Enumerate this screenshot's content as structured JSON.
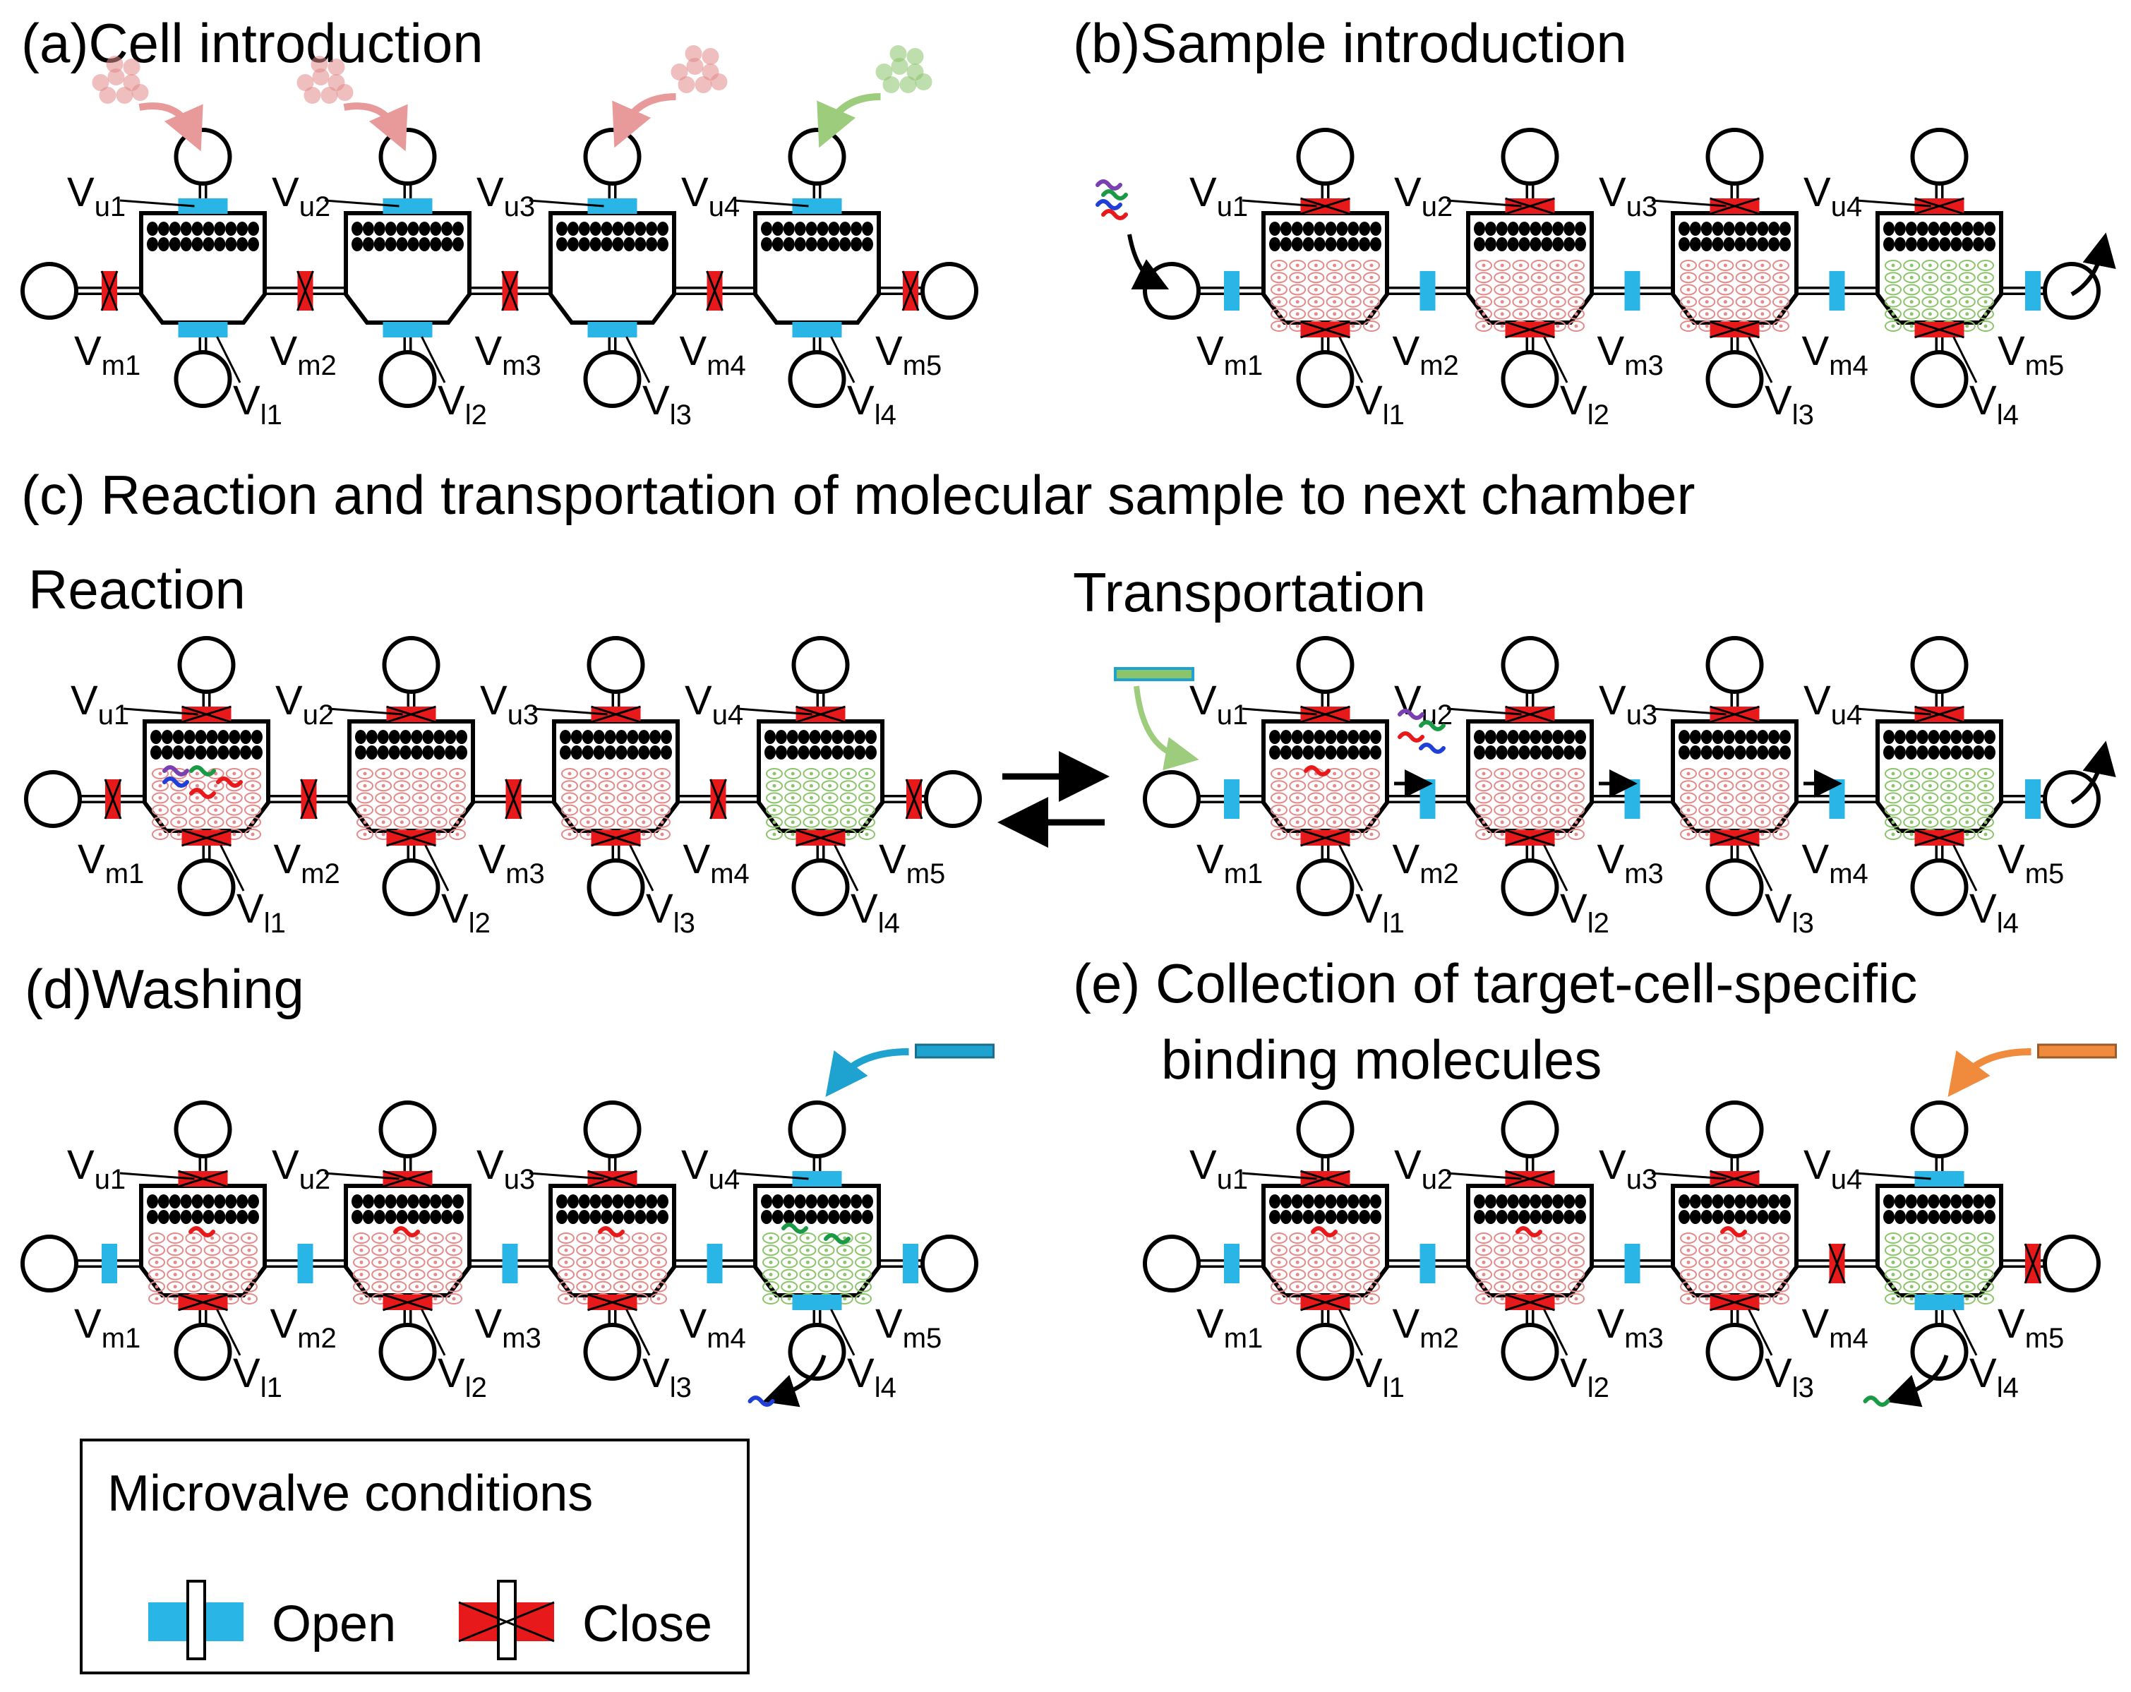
{
  "titles": {
    "a": "(a)Cell introduction",
    "b": "(b)Sample introduction",
    "c": "(c) Reaction and transportation of molecular sample to next chamber",
    "reaction": "Reaction",
    "transportation": "Transportation",
    "d": "(d)Washing",
    "e_line1": "(e) Collection of target-cell-specific",
    "e_line2": "binding molecules"
  },
  "valve_labels": {
    "upper": {
      "main": "V",
      "subs": [
        "u1",
        "u2",
        "u3",
        "u4"
      ]
    },
    "middle": {
      "main": "V",
      "subs": [
        "m1",
        "m2",
        "m3",
        "m4",
        "m5"
      ]
    },
    "lower": {
      "main": "V",
      "subs": [
        "l1",
        "l2",
        "l3",
        "l4"
      ]
    }
  },
  "legend": {
    "title": "Microvalve conditions",
    "open_label": "Open",
    "close_label": "Close"
  },
  "colors": {
    "open_valve": "#29b6e6",
    "close_valve": "#e8191b",
    "target_cell": "#e38a8a",
    "control_cell": "#8cc46b",
    "molecule_red": "#e8191b",
    "molecule_green": "#1a9a45",
    "molecule_blue": "#1f3fd6",
    "molecule_purple": "#7a3fb0",
    "syringe_blue": "#1ea2cf",
    "syringe_orange": "#f08a3c",
    "arrow_pink": "#e89a9a",
    "arrow_green": "#9ccc7c"
  },
  "panels": [
    {
      "id": "a",
      "upper": [
        "open",
        "open",
        "open",
        "open"
      ],
      "middle": [
        "close",
        "close",
        "close",
        "close",
        "close"
      ],
      "lower": [
        "open",
        "open",
        "open",
        "open"
      ],
      "chamber_cells": "none"
    },
    {
      "id": "b",
      "upper": [
        "close",
        "close",
        "close",
        "close"
      ],
      "middle": [
        "open",
        "open",
        "open",
        "open",
        "open"
      ],
      "lower": [
        "close",
        "close",
        "close",
        "close"
      ],
      "chamber_cells": "filled"
    },
    {
      "id": "reaction",
      "upper": [
        "close",
        "close",
        "close",
        "close"
      ],
      "middle": [
        "close",
        "close",
        "close",
        "close",
        "close"
      ],
      "lower": [
        "close",
        "close",
        "close",
        "close"
      ],
      "chamber_cells": "filled"
    },
    {
      "id": "transportation",
      "upper": [
        "close",
        "close",
        "close",
        "close"
      ],
      "middle": [
        "open",
        "open",
        "open",
        "open",
        "open"
      ],
      "lower": [
        "close",
        "close",
        "close",
        "close"
      ],
      "chamber_cells": "filled"
    },
    {
      "id": "d",
      "upper": [
        "close",
        "close",
        "close",
        "open"
      ],
      "middle": [
        "open",
        "open",
        "open",
        "open",
        "open"
      ],
      "lower": [
        "close",
        "close",
        "close",
        "open"
      ],
      "chamber_cells": "filled"
    },
    {
      "id": "e",
      "upper": [
        "close",
        "close",
        "close",
        "open"
      ],
      "middle": [
        "open",
        "open",
        "open",
        "close",
        "close"
      ],
      "lower": [
        "close",
        "close",
        "close",
        "open"
      ],
      "chamber_cells": "filled"
    }
  ]
}
